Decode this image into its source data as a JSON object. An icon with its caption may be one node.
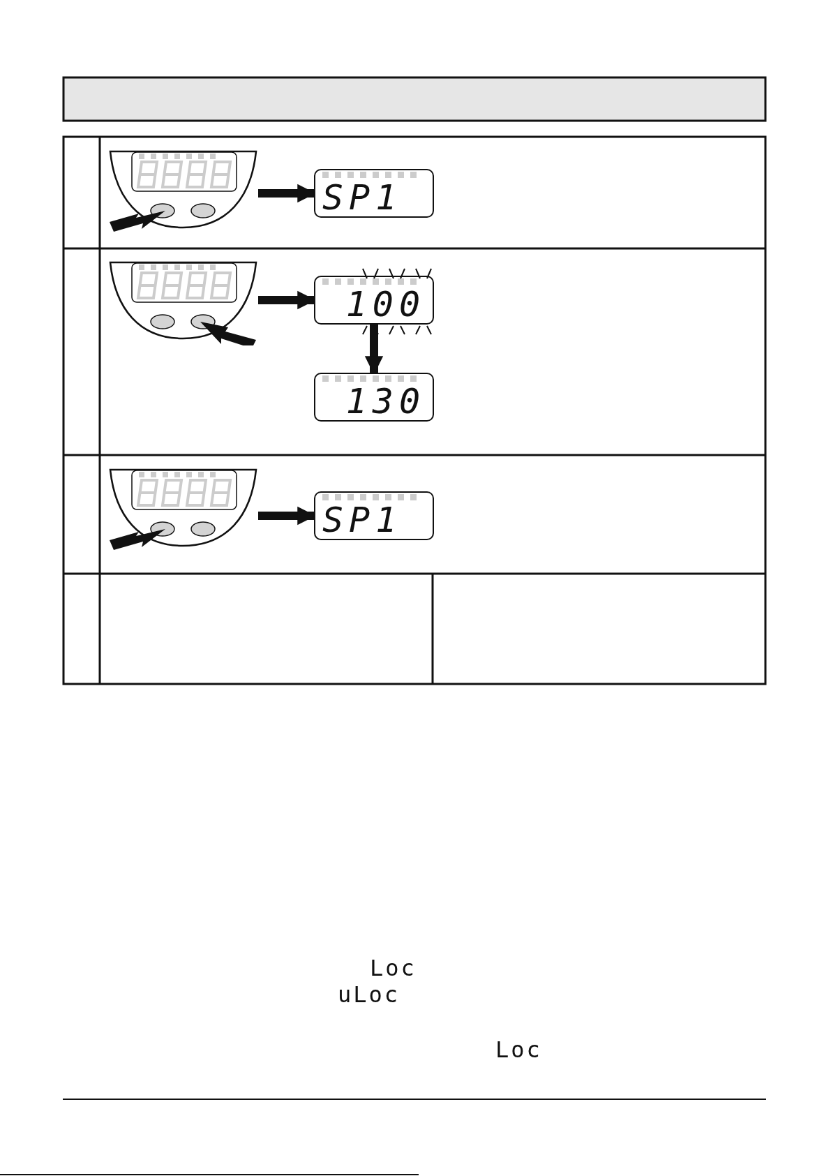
{
  "diagram": {
    "nodes": [
      {
        "text": [],
        "shape": "picture"
      },
      {
        "text": [
          "SP1"
        ]
      },
      {
        "text": [],
        "shape": "picture"
      },
      {
        "text": [
          "100"
        ]
      },
      {
        "text": [
          "130"
        ]
      },
      {
        "text": [],
        "shape": "picture"
      },
      {
        "text": [
          "SP1"
        ]
      }
    ],
    "edges": [
      {
        "from": 0,
        "to": 1,
        "arrow": "to"
      },
      {
        "from": 2,
        "to": 3,
        "arrow": "to"
      },
      {
        "from": 3,
        "to": 4,
        "arrow": "to"
      },
      {
        "from": 5,
        "to": 6,
        "arrow": "to"
      }
    ],
    "labels": [
      "Loc",
      "uLoc",
      "Loc"
    ]
  }
}
